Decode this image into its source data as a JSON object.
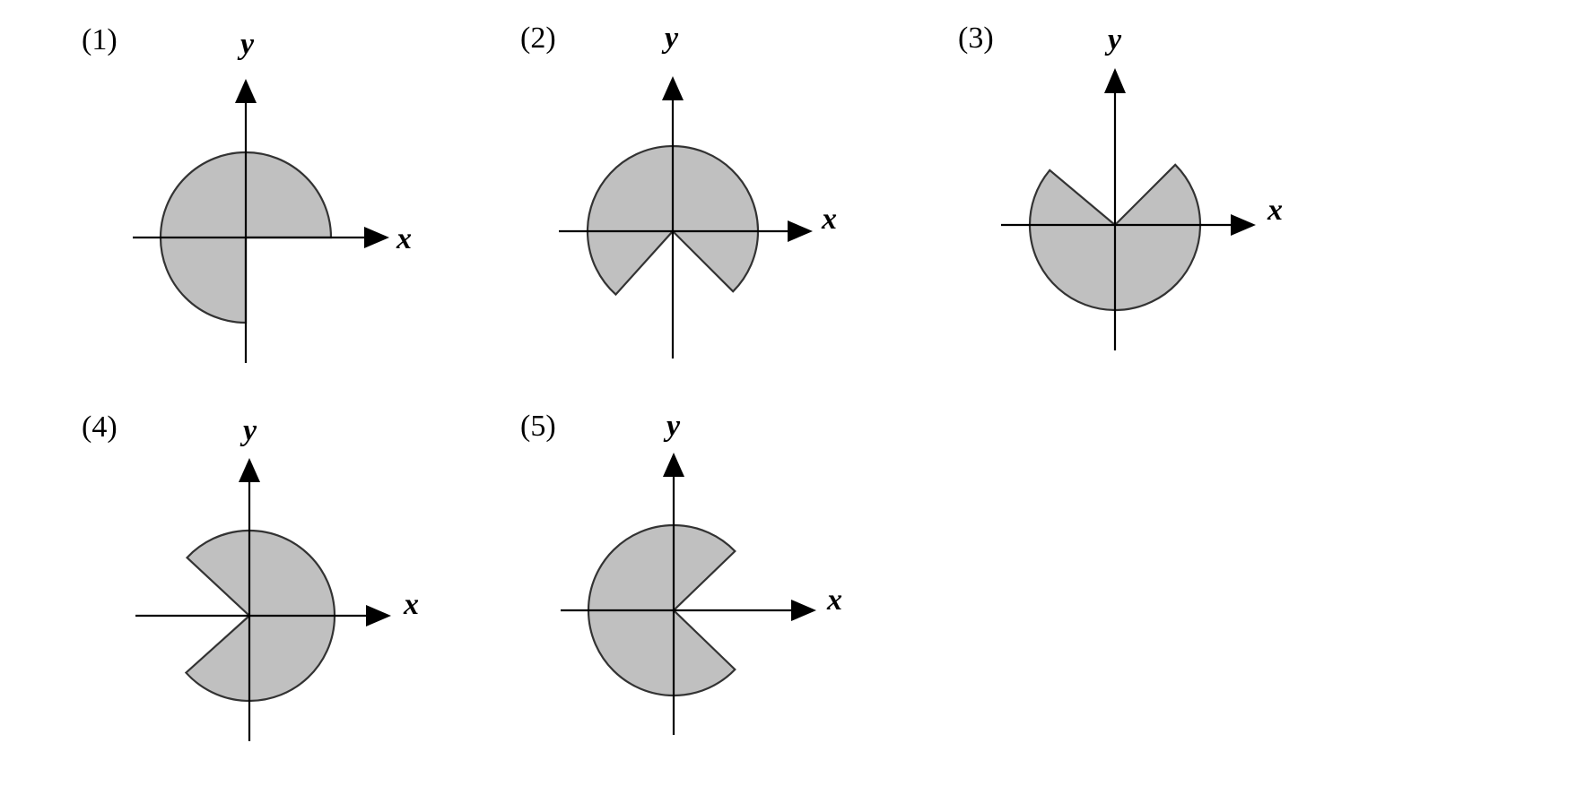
{
  "colors": {
    "fill": "#c0c0c0",
    "stroke": "#333333",
    "axis": "#000000"
  },
  "panels": [
    {
      "label": "(1)",
      "x_label": "x",
      "y_label": "y",
      "region": {
        "from_deg": 0,
        "to_deg": 270
      }
    },
    {
      "label": "(2)",
      "x_label": "x",
      "y_label": "y",
      "region": {
        "from_deg": -45,
        "to_deg": 228
      }
    },
    {
      "label": "(3)",
      "x_label": "x",
      "y_label": "y",
      "region": {
        "from_deg": 140,
        "to_deg": 405
      }
    },
    {
      "label": "(4)",
      "x_label": "x",
      "y_label": "y",
      "region": {
        "from_deg": -138,
        "to_deg": 137
      }
    },
    {
      "label": "(5)",
      "x_label": "x",
      "y_label": "y",
      "region": {
        "from_deg": 44,
        "to_deg": 316
      }
    }
  ]
}
